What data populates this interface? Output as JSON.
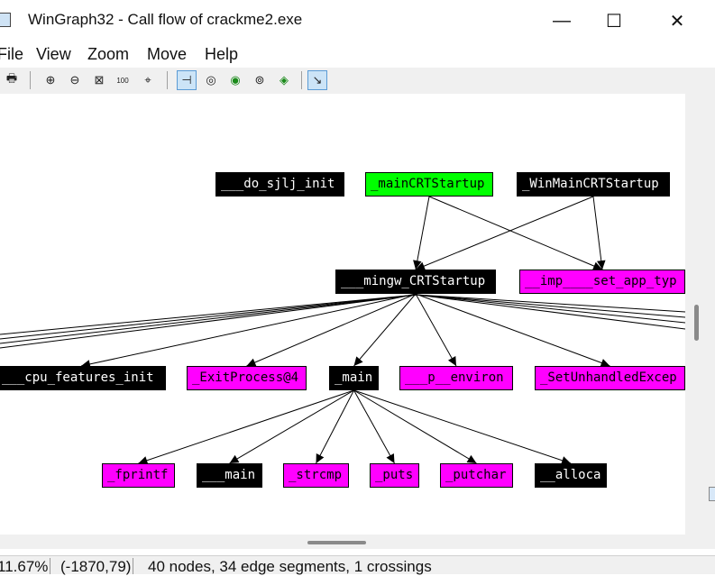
{
  "window": {
    "title": "WinGraph32 - Call flow of crackme2.exe",
    "minimize_glyph": "—",
    "maximize_glyph": "☐",
    "close_glyph": "✕"
  },
  "menu": {
    "items": [
      "File",
      "View",
      "Zoom",
      "Move",
      "Help"
    ]
  },
  "toolbar": {
    "buttons": [
      {
        "name": "print-icon",
        "glyph": "🖶"
      },
      {
        "name": "zoom-in-icon",
        "glyph": "⊕"
      },
      {
        "name": "zoom-out-icon",
        "glyph": "⊖"
      },
      {
        "name": "fit-window-icon",
        "glyph": "⊠"
      },
      {
        "name": "zoom-100-icon",
        "glyph": "100"
      },
      {
        "name": "center-icon",
        "glyph": "⌖"
      },
      {
        "name": "layout-normal-icon",
        "glyph": "⊣"
      },
      {
        "name": "fisheye-icon",
        "glyph": "◎"
      },
      {
        "name": "polar-fisheye-icon",
        "glyph": "◉"
      },
      {
        "name": "fisheye-fixed-icon",
        "glyph": "⊚"
      },
      {
        "name": "fisheye-polar-fixed-icon",
        "glyph": "◈"
      },
      {
        "name": "follow-edge-icon",
        "glyph": "↘"
      }
    ]
  },
  "graph": {
    "nodes": [
      {
        "id": "do_sjlj_init",
        "label": "___do_sjlj_init",
        "color": "black"
      },
      {
        "id": "mainCRTStartup",
        "label": "_mainCRTStartup",
        "color": "green"
      },
      {
        "id": "WinMainCRTStartup",
        "label": "_WinMainCRTStartup",
        "color": "black"
      },
      {
        "id": "mingw_CRTStartup",
        "label": "___mingw_CRTStartup",
        "color": "black"
      },
      {
        "id": "imp_set_app_type",
        "label": "__imp____set_app_typ",
        "color": "magenta"
      },
      {
        "id": "cpu_features_init",
        "label": "___cpu_features_init",
        "color": "black"
      },
      {
        "id": "ExitProcess",
        "label": "_ExitProcess@4",
        "color": "magenta"
      },
      {
        "id": "main",
        "label": "_main",
        "color": "black"
      },
      {
        "id": "p_environ",
        "label": "___p__environ",
        "color": "magenta"
      },
      {
        "id": "SetUnhandledExcep",
        "label": "_SetUnhandledExcep",
        "color": "magenta"
      },
      {
        "id": "fprintf",
        "label": "_fprintf",
        "color": "magenta"
      },
      {
        "id": "___main",
        "label": "___main",
        "color": "black"
      },
      {
        "id": "strcmp",
        "label": "_strcmp",
        "color": "magenta"
      },
      {
        "id": "puts",
        "label": "_puts",
        "color": "magenta"
      },
      {
        "id": "putchar",
        "label": "_putchar",
        "color": "magenta"
      },
      {
        "id": "alloca",
        "label": "__alloca",
        "color": "black"
      }
    ],
    "edges": [
      [
        "mainCRTStartup",
        "mingw_CRTStartup"
      ],
      [
        "mainCRTStartup",
        "imp_set_app_type"
      ],
      [
        "WinMainCRTStartup",
        "mingw_CRTStartup"
      ],
      [
        "WinMainCRTStartup",
        "imp_set_app_type"
      ],
      [
        "mingw_CRTStartup",
        "cpu_features_init"
      ],
      [
        "mingw_CRTStartup",
        "ExitProcess"
      ],
      [
        "mingw_CRTStartup",
        "main"
      ],
      [
        "mingw_CRTStartup",
        "p_environ"
      ],
      [
        "mingw_CRTStartup",
        "SetUnhandledExcep"
      ],
      [
        "main",
        "fprintf"
      ],
      [
        "main",
        "___main"
      ],
      [
        "main",
        "strcmp"
      ],
      [
        "main",
        "puts"
      ],
      [
        "main",
        "putchar"
      ],
      [
        "main",
        "alloca"
      ]
    ],
    "colors": {
      "black": "#000000",
      "magenta": "#ff00ff",
      "green": "#00ff00"
    }
  },
  "status": {
    "zoom": "11.67%",
    "coords": "(-1870,79)",
    "summary": "40 nodes, 34 edge segments, 1 crossings"
  }
}
